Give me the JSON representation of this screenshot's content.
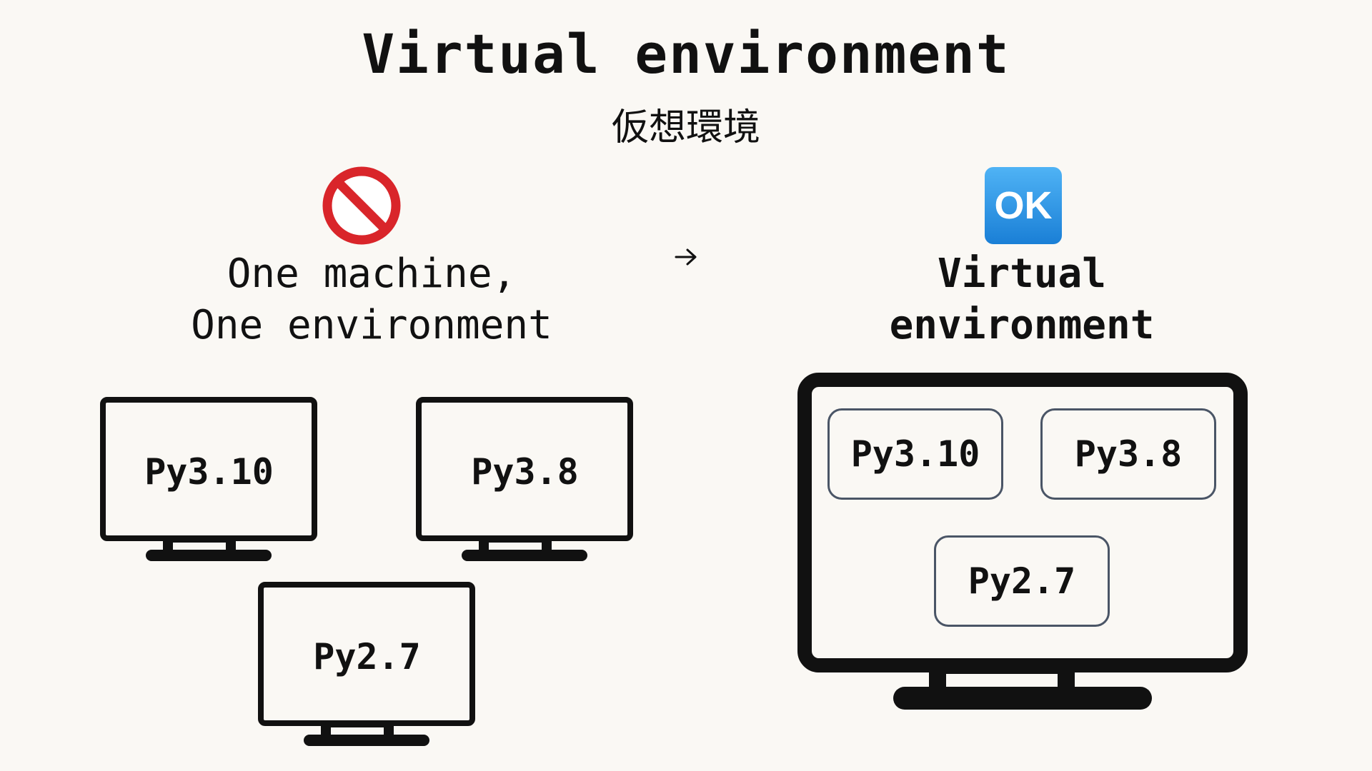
{
  "slide": {
    "title": "Virtual environment",
    "subtitle": "仮想環境"
  },
  "left": {
    "badge_icon": "prohibited-icon",
    "caption_line1": "One machine,",
    "caption_line2": "One environment",
    "monitors": [
      {
        "label": "Py3.10"
      },
      {
        "label": "Py3.8"
      },
      {
        "label": "Py2.7"
      }
    ]
  },
  "arrow_icon": "arrow-right-icon",
  "right": {
    "badge_icon": "ok-button-icon",
    "badge_text": "OK",
    "caption_line1": "Virtual",
    "caption_line2": "environment",
    "environments": [
      {
        "label": "Py3.10"
      },
      {
        "label": "Py3.8"
      },
      {
        "label": "Py2.7"
      }
    ]
  },
  "colors": {
    "background": "#faf8f4",
    "ink": "#111111",
    "env_border": "#4a5566",
    "prohibited_red": "#d9252a",
    "ok_blue": "#1e90e6"
  }
}
